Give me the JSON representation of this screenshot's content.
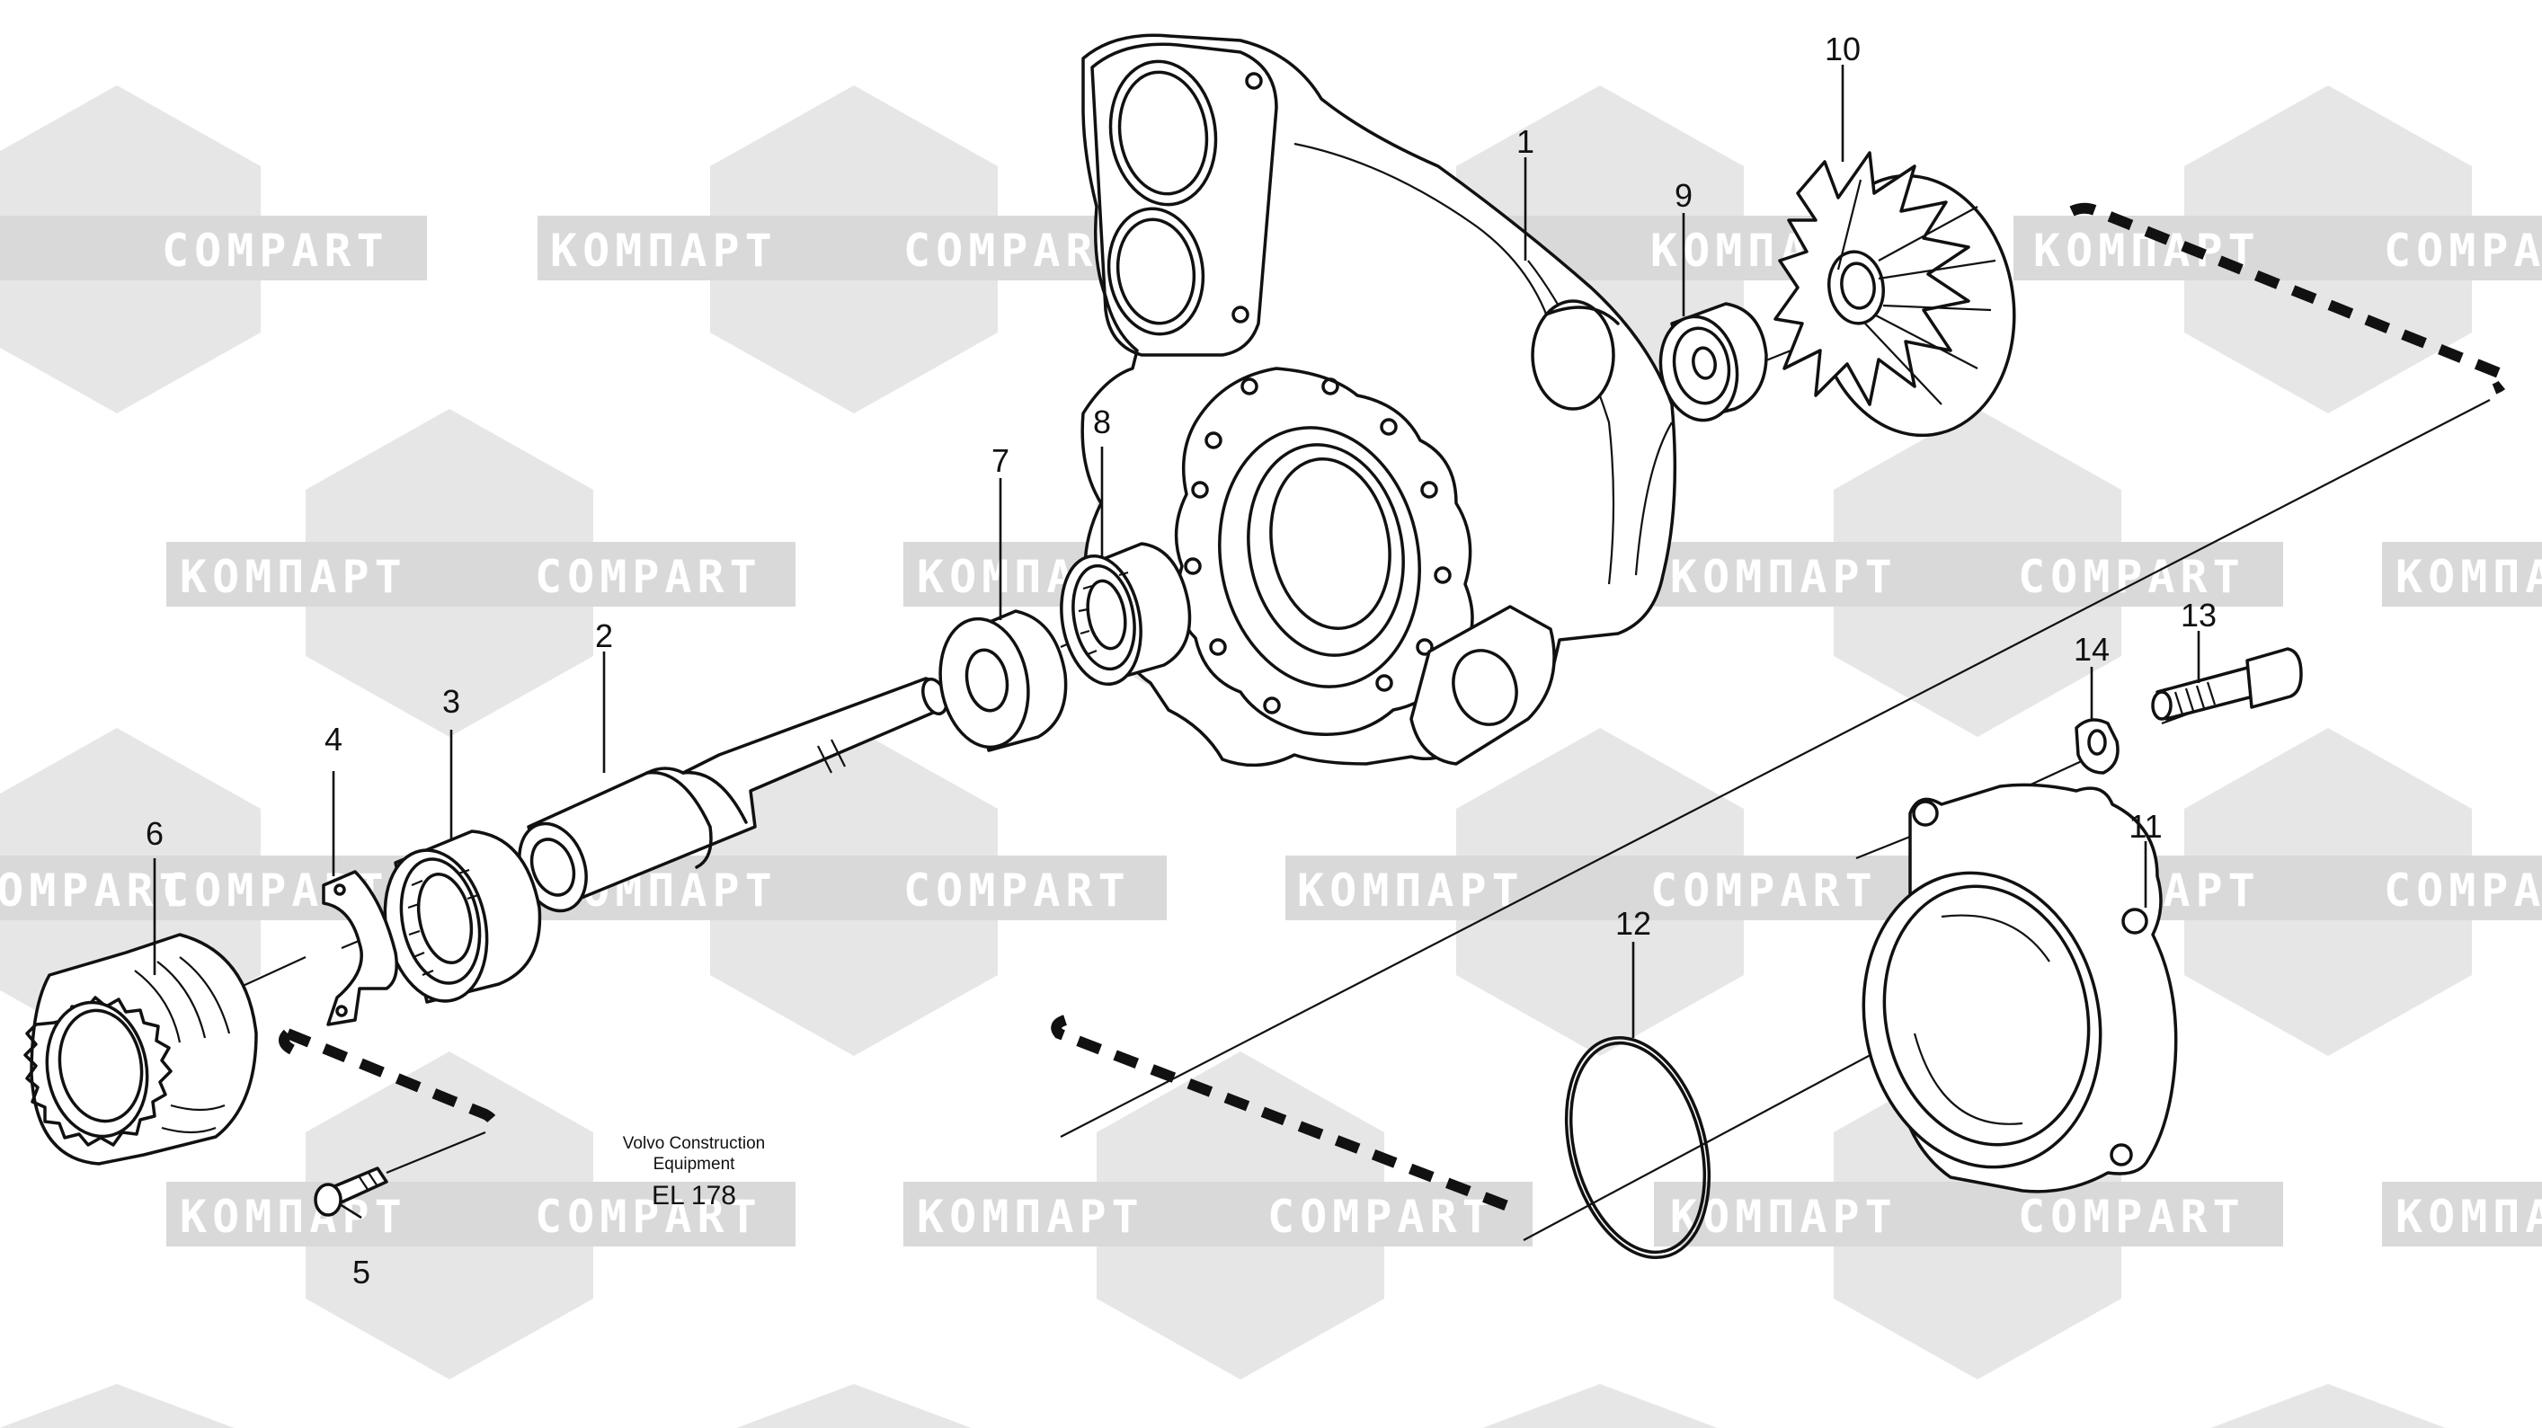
{
  "watermark": {
    "text_latin": "COMPART",
    "text_cyrillic": "КОМПАРТ"
  },
  "caption": {
    "line1": "Volvo Construction",
    "line2": "Equipment",
    "code": "EL 178"
  },
  "callouts": {
    "c1": "1",
    "c2": "2",
    "c3": "3",
    "c4": "4",
    "c5": "5",
    "c6": "6",
    "c7": "7",
    "c8": "8",
    "c9": "9",
    "c10": "10",
    "c11": "11",
    "c12": "12",
    "c13": "13",
    "c14": "14"
  }
}
